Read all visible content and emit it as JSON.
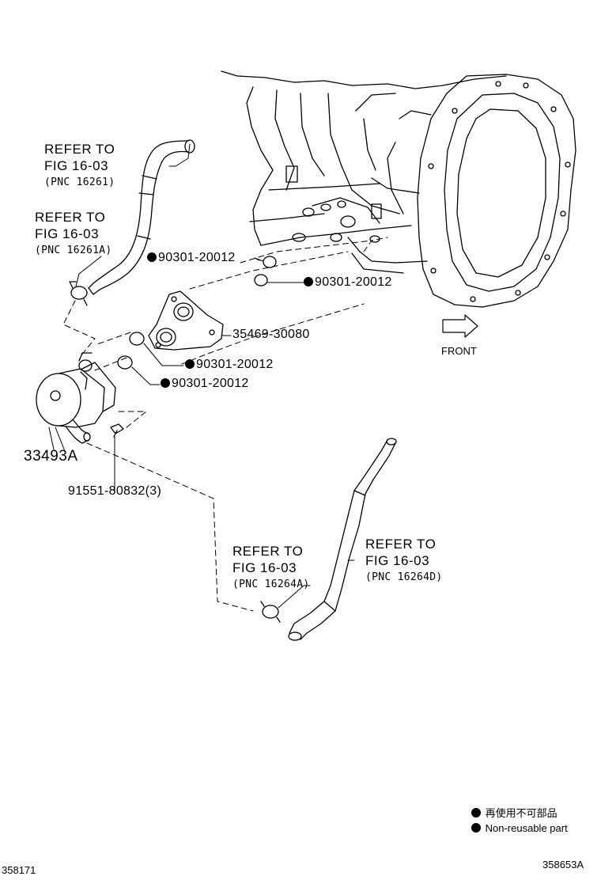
{
  "refs": {
    "upper_hose": {
      "line1": "REFER TO",
      "line2": "FIG 16-03",
      "line3": "(PNC 16261)"
    },
    "upper_clamp": {
      "line1": "REFER TO",
      "line2": "FIG 16-03",
      "line3": "(PNC 16261A)"
    },
    "lower_clamp": {
      "line1": "REFER TO",
      "line2": "FIG 16-03",
      "line3": "(PNC 16264A)"
    },
    "lower_hose": {
      "line1": "REFER TO",
      "line2": "FIG 16-03",
      "line3": "(PNC 16264D)"
    }
  },
  "parts": {
    "gasket_top_left": "90301-20012",
    "gasket_top_right": "90301-20012",
    "adapter": "35469-30080",
    "gasket_mid_1": "90301-20012",
    "gasket_mid_2": "90301-20012",
    "cooler": "33493A",
    "bolt": "91551-80832(3)"
  },
  "direction_label": "FRONT",
  "legend": {
    "line_jp": "再使用不可部品",
    "line_en": "Non-reusable part"
  },
  "footer": {
    "left_code": "358171",
    "right_code": "358653A"
  }
}
